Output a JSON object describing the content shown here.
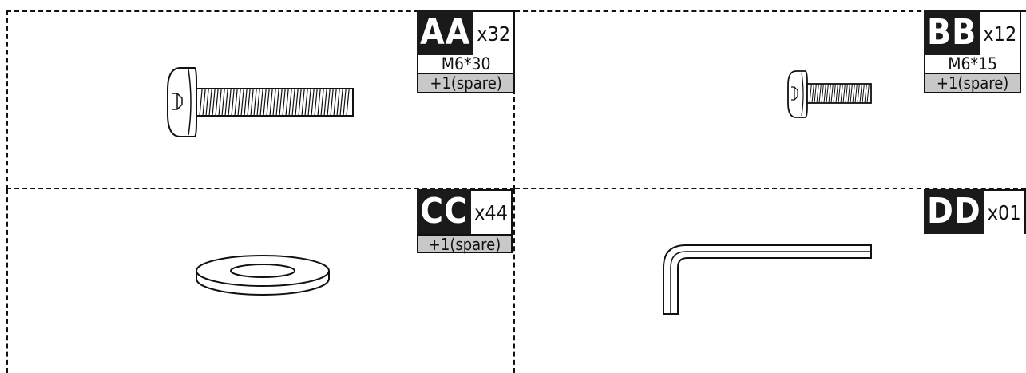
{
  "parts": [
    {
      "code": "AA",
      "qty": "x32",
      "size": "M6*30",
      "spare": "+1(spare)",
      "icon": "bolt-icon"
    },
    {
      "code": "BB",
      "qty": "x12",
      "size": "M6*15",
      "spare": "+1(spare)",
      "icon": "short-bolt-icon"
    },
    {
      "code": "CC",
      "qty": "x44",
      "spare": "+1(spare)",
      "icon": "washer-icon"
    },
    {
      "code": "DD",
      "qty": "x01",
      "icon": "hex-key-icon"
    }
  ]
}
